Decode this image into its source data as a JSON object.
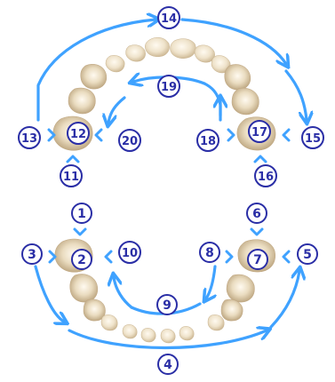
{
  "colors": {
    "accent_blue": "#3fa2ff",
    "badge_fill": "#ffffff",
    "badge_text": "#2a2ea6",
    "badge_ring": "#2a2ea6",
    "tooth_light": "#fbf5e8",
    "tooth_mid": "#e7d7b9",
    "tooth_dark": "#b8a07a"
  },
  "steps": [
    "1",
    "2",
    "3",
    "4",
    "5",
    "6",
    "7",
    "8",
    "9",
    "10",
    "11",
    "12",
    "13",
    "14",
    "15",
    "16",
    "17",
    "18",
    "19",
    "20"
  ]
}
